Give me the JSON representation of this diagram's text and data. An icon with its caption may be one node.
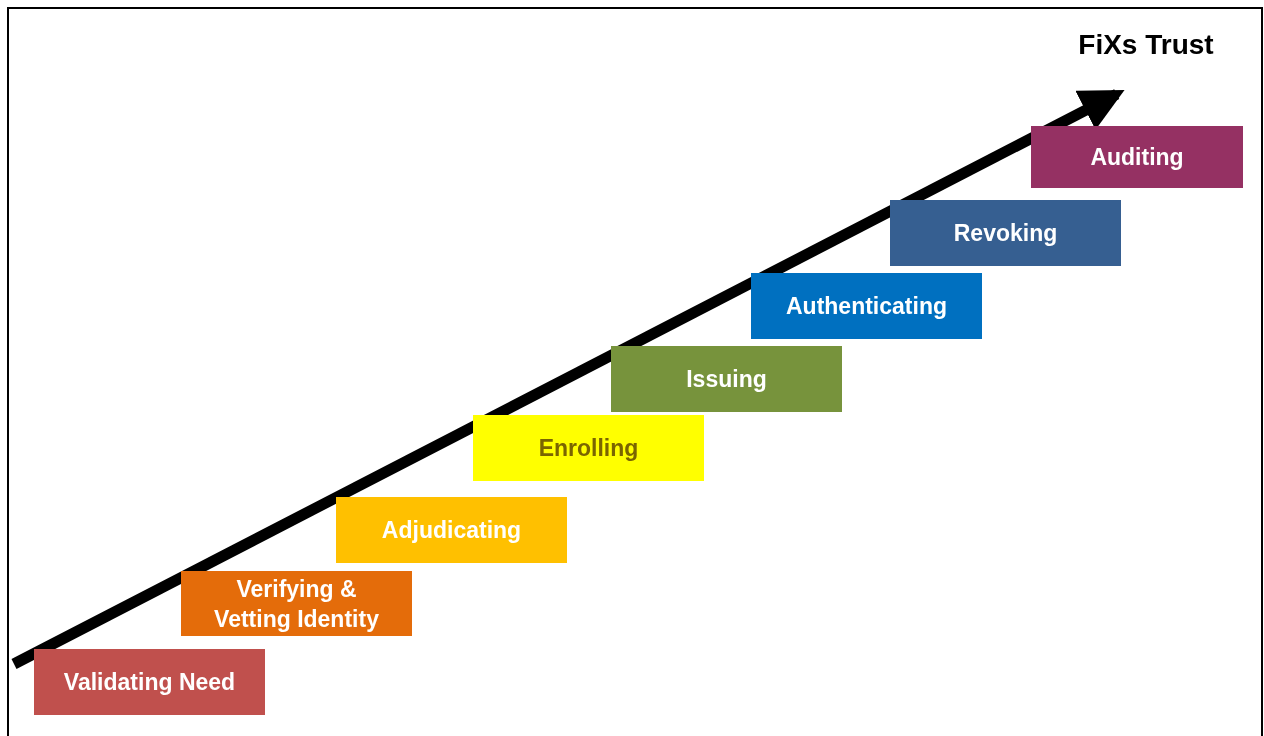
{
  "diagram": {
    "nodes": [
      {
        "text": [
          "Validating Need"
        ]
      },
      {
        "text": [
          "Verifying & Vetting Identity"
        ]
      },
      {
        "text": [
          "Adjudicating"
        ]
      },
      {
        "text": [
          "Enrolling"
        ]
      },
      {
        "text": [
          "Issuing"
        ]
      },
      {
        "text": [
          "Authenticating"
        ]
      },
      {
        "text": [
          "Revoking"
        ]
      },
      {
        "text": [
          "Auditing"
        ]
      },
      {
        "text": [
          "FiXs Trust"
        ]
      }
    ],
    "edges": [
      {
        "from": null,
        "to": 8,
        "arrow": "to"
      }
    ]
  }
}
